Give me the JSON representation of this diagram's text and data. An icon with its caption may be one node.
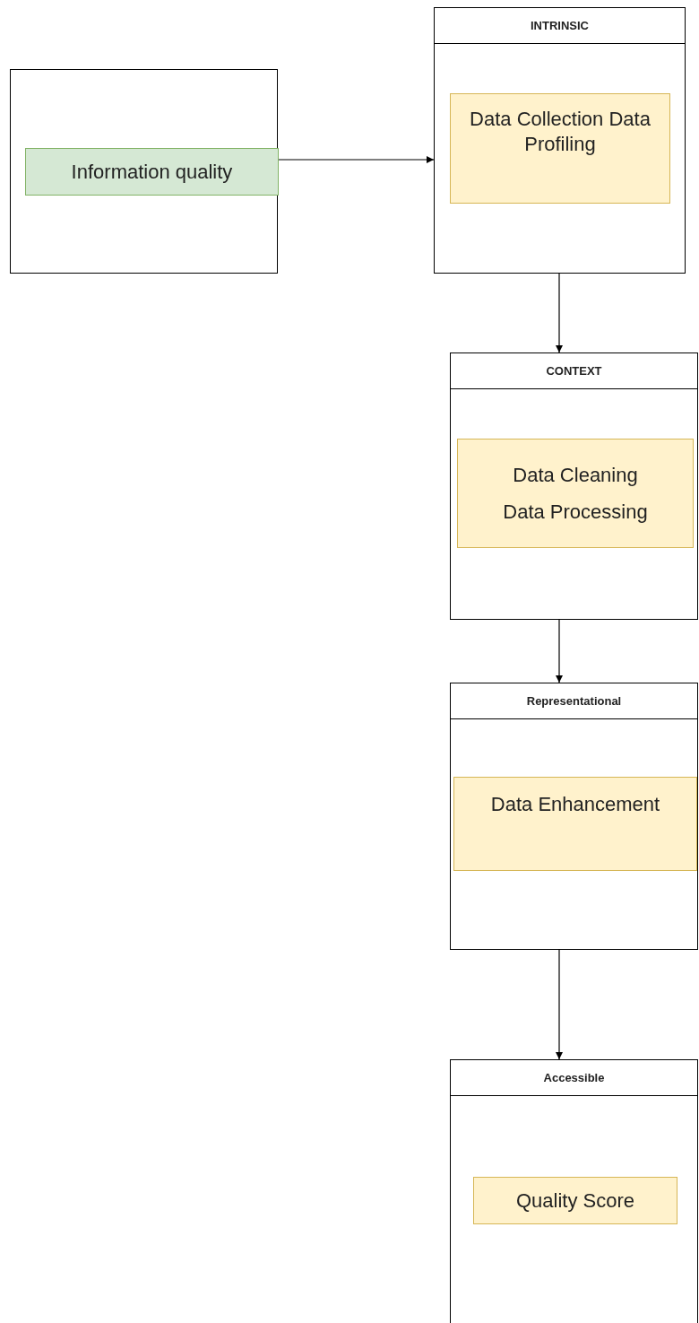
{
  "diagram": {
    "nodes": [
      {
        "text": [],
        "shape": "box"
      },
      {
        "text": [
          "Information quality"
        ],
        "in": 0
      },
      {
        "text": [
          "INTRINSIC"
        ]
      },
      {
        "text": [
          "Data Collection Data Profiling"
        ],
        "in": 2
      },
      {
        "text": [
          "CONTEXT"
        ]
      },
      {
        "text": [
          "Data Cleaning",
          "Data Processing"
        ],
        "in": 4
      },
      {
        "text": [
          "Representational"
        ]
      },
      {
        "text": [
          "Data Enhancement"
        ],
        "in": 6
      },
      {
        "text": [
          "Accessible"
        ]
      },
      {
        "text": [
          "Quality Score"
        ],
        "in": 8
      }
    ],
    "edges": [
      {
        "from": 1,
        "to": 2,
        "arrow": "to"
      },
      {
        "from": 2,
        "to": 4,
        "arrow": "to"
      },
      {
        "from": 4,
        "to": 6,
        "arrow": "to"
      },
      {
        "from": 6,
        "to": 8,
        "arrow": "to"
      }
    ]
  }
}
